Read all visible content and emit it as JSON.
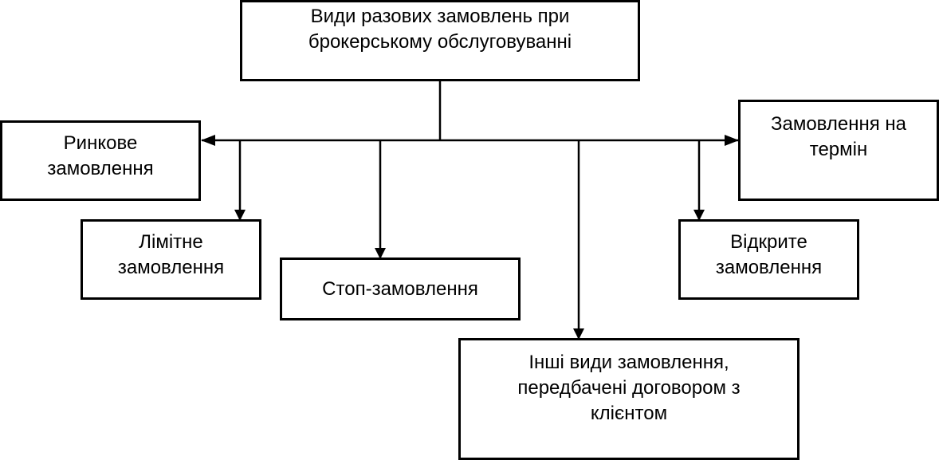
{
  "diagram": {
    "root": {
      "label": "Види разових замовлень при\nброкерському обслуговуванні"
    },
    "children": [
      {
        "key": "market",
        "label": "Ринкове\nзамовлення"
      },
      {
        "key": "limit",
        "label": "Лімітне\nзамовлення"
      },
      {
        "key": "stop",
        "label": "Стоп-замовлення"
      },
      {
        "key": "other",
        "label": "Інші види замовлення,\nпередбачені договором з\nклієнтом"
      },
      {
        "key": "open",
        "label": "Відкрите\nзамовлення"
      },
      {
        "key": "term",
        "label": "Замовлення на\nтермін"
      }
    ],
    "colors": {
      "line": "#000000",
      "box_border": "#000000",
      "background": "#ffffff"
    }
  }
}
